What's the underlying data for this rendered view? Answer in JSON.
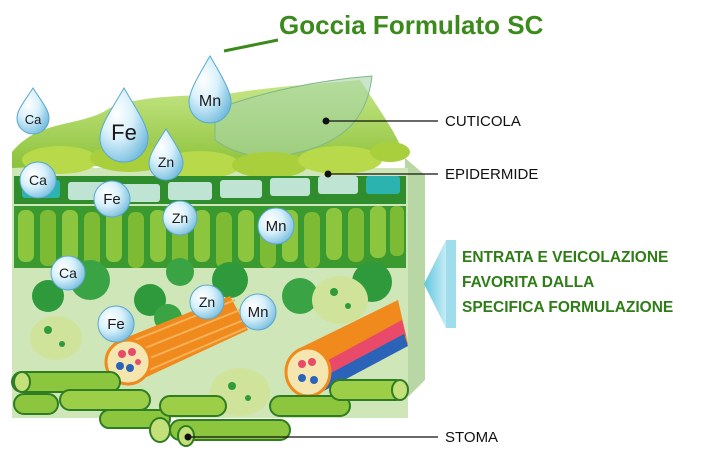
{
  "title": "Goccia Formulato SC",
  "labels": {
    "cuticola": "CUTICOLA",
    "epidermide": "EPIDERMIDE",
    "stoma": "STOMA"
  },
  "note_lines": [
    "ENTRATA E  VEICOLAZIONE",
    " FAVORITA DALLA",
    "SPECIFICA FORMULAZIONE"
  ],
  "drops": [
    {
      "symbol": "Ca"
    },
    {
      "symbol": "Fe"
    },
    {
      "symbol": "Zn"
    },
    {
      "symbol": "Mn"
    },
    {
      "symbol": "Ca"
    },
    {
      "symbol": "Fe"
    },
    {
      "symbol": "Zn"
    },
    {
      "symbol": "Mn"
    },
    {
      "symbol": "Ca"
    },
    {
      "symbol": "Zn"
    },
    {
      "symbol": "Mn"
    },
    {
      "symbol": "Fe"
    }
  ],
  "colors": {
    "title_green": "#3b8a1c",
    "arrow_cyan": "#7fd3e6",
    "note_green": "#2e7d17"
  }
}
